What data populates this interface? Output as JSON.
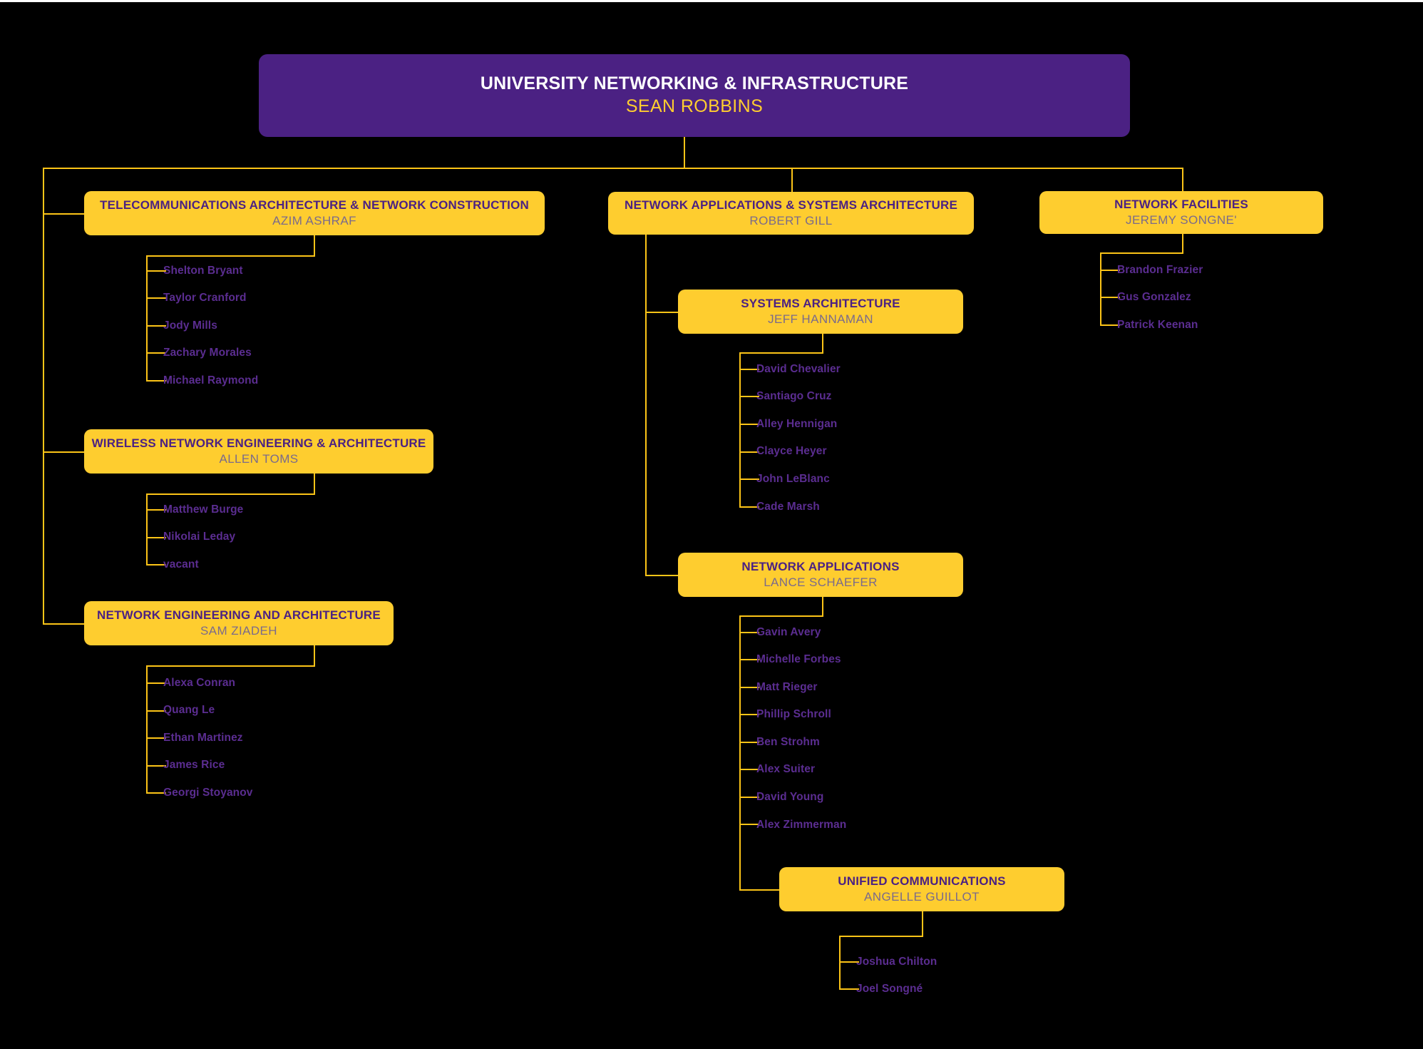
{
  "chart": {
    "type": "org-chart",
    "title": "UNIVERSITY NETWORKING & INFRASTRUCTURE",
    "colors": {
      "background": "#000000",
      "root_box": "#4b2183",
      "dept_box": "#fecd2f",
      "connector": "#fcc417",
      "dept_title_text": "#4b2183",
      "dept_subtitle_text": "#7a6a8c",
      "staff_text": "#5b2d91",
      "root_title_text": "#ffffff",
      "root_subtitle_text": "#fecd2f"
    }
  },
  "root": {
    "title": "UNIVERSITY NETWORKING & INFRASTRUCTURE",
    "name": "SEAN ROBBINS"
  },
  "branch_telecom": {
    "title": "TELECOMMUNICATIONS ARCHITECTURE & NETWORK CONSTRUCTION",
    "name": "AZIM ASHRAF",
    "staff": [
      "Shelton Bryant",
      "Taylor Cranford",
      "Jody Mills",
      "Zachary Morales",
      "Michael Raymond"
    ]
  },
  "branch_wireless": {
    "title": "WIRELESS NETWORK ENGINEERING & ARCHITECTURE",
    "name": "ALLEN TOMS",
    "staff": [
      "Matthew Burge",
      "Nikolai Leday",
      "vacant"
    ]
  },
  "branch_netengarch": {
    "title": "NETWORK ENGINEERING AND ARCHITECTURE",
    "name": "SAM ZIADEH",
    "staff": [
      "Alexa Conran",
      "Quang Le",
      "Ethan Martinez",
      "James Rice",
      "Georgi Stoyanov"
    ]
  },
  "branch_netapps_sys": {
    "title": "NETWORK APPLICATIONS & SYSTEMS ARCHITECTURE",
    "name": "ROBERT GILL"
  },
  "branch_sysarch": {
    "title": "SYSTEMS ARCHITECTURE",
    "name": "JEFF HANNAMAN",
    "staff": [
      "David Chevalier",
      "Santiago Cruz",
      "Alley Hennigan",
      "Clayce Heyer",
      "John LeBlanc",
      "Cade Marsh"
    ]
  },
  "branch_netapps": {
    "title": "NETWORK APPLICATIONS",
    "name": "LANCE SCHAEFER",
    "staff": [
      "Gavin Avery",
      "Michelle Forbes",
      "Matt Rieger",
      "Phillip Schroll",
      "Ben Strohm",
      "Alex Suiter",
      "David Young",
      "Alex Zimmerman"
    ]
  },
  "branch_unifiedcomms": {
    "title": "UNIFIED COMMUNICATIONS",
    "name": "ANGELLE GUILLOT",
    "staff": [
      "Joshua Chilton",
      "Joel Songné"
    ]
  },
  "branch_netfac": {
    "title": "NETWORK FACILITIES",
    "name": "JEREMY SONGNE'",
    "staff": [
      "Brandon Frazier",
      "Gus Gonzalez",
      "Patrick Keenan"
    ]
  }
}
